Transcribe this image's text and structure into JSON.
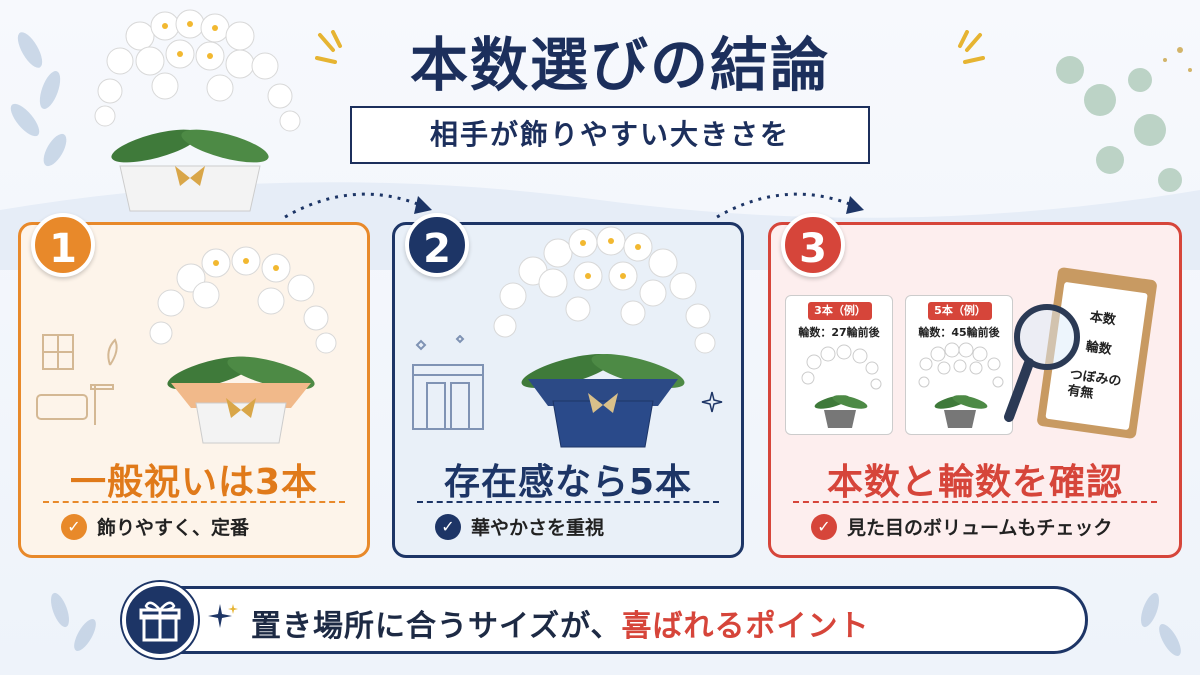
{
  "header": {
    "title": "本数選びの結論",
    "subtitle": "相手が飾りやすい大きさを"
  },
  "cards": [
    {
      "number": "1",
      "title": "一般祝いは3本",
      "check": "飾りやすく、定番",
      "color": "#e8892a"
    },
    {
      "number": "2",
      "title": "存在感なら5本",
      "check": "華やかさを重視",
      "color": "#1d3566"
    },
    {
      "number": "3",
      "title": "本数と輪数を確認",
      "check": "見た目のボリュームもチェック",
      "color": "#d6453a",
      "examples": [
        {
          "tag": "3本（例）",
          "count": "輪数：27輪前後"
        },
        {
          "tag": "5本（例）",
          "count": "輪数：45輪前後"
        }
      ],
      "checklist": [
        "本数",
        "輪数",
        "つぼみの",
        "有無"
      ]
    }
  ],
  "bottom": {
    "text": "置き場所に合うサイズが、",
    "highlight": "喜ばれるポイント"
  }
}
